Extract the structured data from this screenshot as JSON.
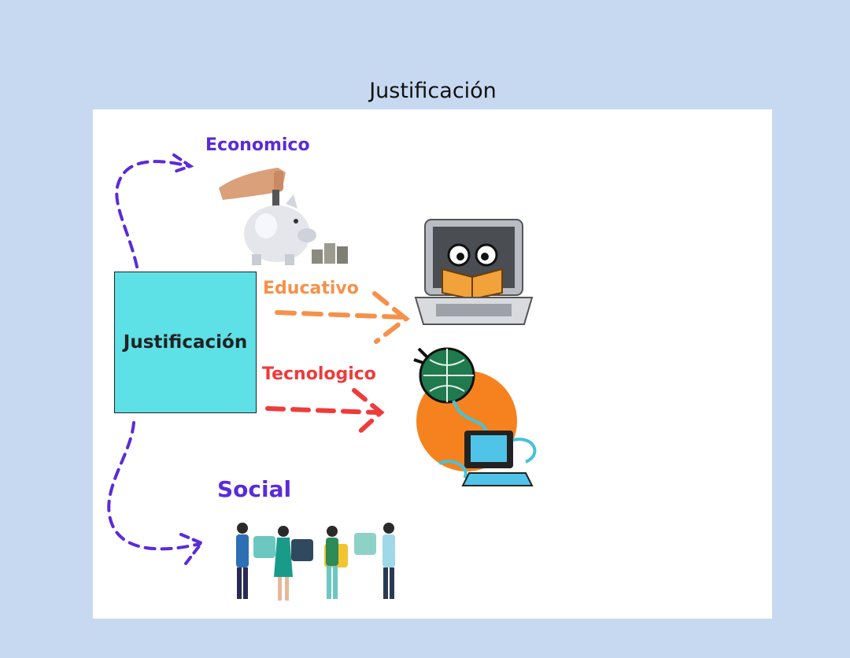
{
  "title": "Justificación",
  "diagram": {
    "center_label": "Justificación",
    "branches": [
      {
        "label": "Economico",
        "color": "#5a2bd9",
        "icon": "piggy-bank-icon"
      },
      {
        "label": "Educativo",
        "color": "#f5914a",
        "icon": "laptop-reading-icon"
      },
      {
        "label": "Tecnologico",
        "color": "#ee3b3b",
        "icon": "globe-computer-icon"
      },
      {
        "label": "Social",
        "color": "#5a2bd9",
        "icon": "puzzle-team-icon"
      }
    ],
    "colors": {
      "background": "#c7d9f1",
      "center_box": "#5de0e6",
      "slide": "#ffffff"
    }
  }
}
